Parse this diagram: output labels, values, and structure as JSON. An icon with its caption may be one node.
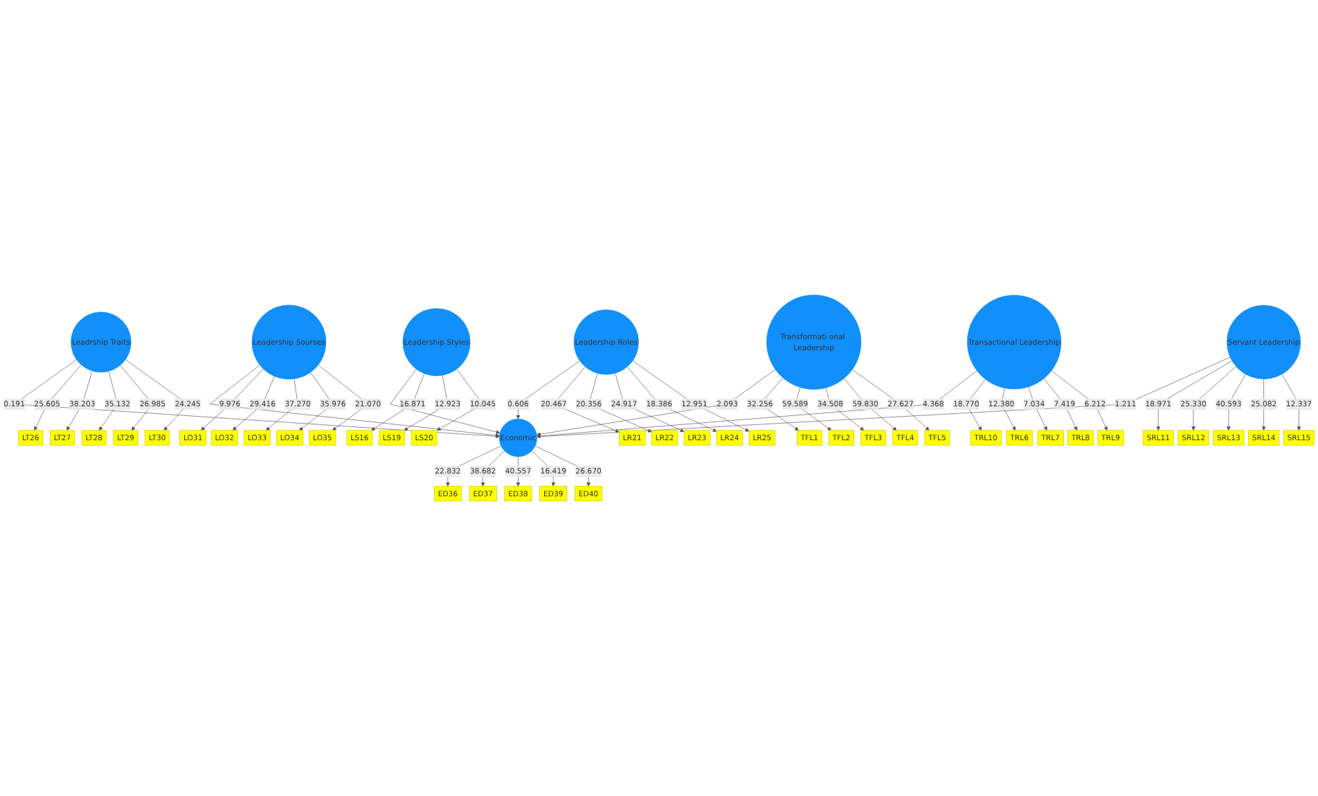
{
  "diagram": {
    "nodes": [
      {
        "text": [
          "Leadrship Traits"
        ]
      },
      {
        "text": [
          "Leadership Sourses"
        ]
      },
      {
        "text": [
          "Leadership Styles"
        ]
      },
      {
        "text": [
          "Leadership Roles"
        ]
      },
      {
        "text": [
          "Transformati onal Leadership"
        ]
      },
      {
        "text": [
          "Economic"
        ]
      },
      {
        "text": [
          "Transactional Leadership"
        ]
      },
      {
        "text": [
          "Servant Leadership"
        ]
      },
      {
        "text": [
          "LT26"
        ]
      },
      {
        "text": [
          "LT27"
        ]
      },
      {
        "text": [
          "LT28"
        ]
      },
      {
        "text": [
          "LT29"
        ]
      },
      {
        "text": [
          "LT30"
        ]
      },
      {
        "text": [
          "LO31"
        ]
      },
      {
        "text": [
          "LO32"
        ]
      },
      {
        "text": [
          "LO33"
        ]
      },
      {
        "text": [
          "LO34"
        ]
      },
      {
        "text": [
          "LO35"
        ]
      },
      {
        "text": [
          "LS16"
        ]
      },
      {
        "text": [
          "LS19"
        ]
      },
      {
        "text": [
          "LS20"
        ]
      },
      {
        "text": [
          "LR21"
        ]
      },
      {
        "text": [
          "LR22"
        ]
      },
      {
        "text": [
          "LR23"
        ]
      },
      {
        "text": [
          "LR24"
        ]
      },
      {
        "text": [
          "LR25"
        ]
      },
      {
        "text": [
          "TFL1"
        ]
      },
      {
        "text": [
          "TFL2"
        ]
      },
      {
        "text": [
          "TFL3"
        ]
      },
      {
        "text": [
          "TFL4"
        ]
      },
      {
        "text": [
          "TFL5"
        ]
      },
      {
        "text": [
          "TRL10"
        ]
      },
      {
        "text": [
          "TRL6"
        ]
      },
      {
        "text": [
          "TRL7"
        ]
      },
      {
        "text": [
          "TRL8"
        ]
      },
      {
        "text": [
          "TRL9"
        ]
      },
      {
        "text": [
          "ED36"
        ]
      },
      {
        "text": [
          "ED37"
        ]
      },
      {
        "text": [
          "ED38"
        ]
      },
      {
        "text": [
          "ED39"
        ]
      },
      {
        "text": [
          "ED40"
        ]
      },
      {
        "text": [
          "SRL11"
        ]
      },
      {
        "text": [
          "SRL12"
        ]
      },
      {
        "text": [
          "SRL13"
        ]
      },
      {
        "text": [
          "SRL14"
        ]
      },
      {
        "text": [
          "SRL15"
        ]
      }
    ],
    "edges": [
      {
        "from": 0,
        "to": 5,
        "arrow": "to",
        "label": "0.191"
      },
      {
        "from": 1,
        "to": 5,
        "arrow": "to"
      },
      {
        "from": 2,
        "to": 5,
        "arrow": "to"
      },
      {
        "from": 3,
        "to": 5,
        "arrow": "to",
        "label": "0.606"
      },
      {
        "from": 4,
        "to": 5,
        "arrow": "to",
        "label": "2.093"
      },
      {
        "from": 6,
        "to": 5,
        "arrow": "to",
        "label": "4.368"
      },
      {
        "from": 7,
        "to": 5,
        "arrow": "to",
        "label": "1.211"
      },
      {
        "from": 0,
        "to": 8,
        "arrow": "to",
        "label": "25.605"
      },
      {
        "from": 0,
        "to": 9,
        "arrow": "to",
        "label": "38.203"
      },
      {
        "from": 0,
        "to": 10,
        "arrow": "to",
        "label": "35.132"
      },
      {
        "from": 0,
        "to": 11,
        "arrow": "to",
        "label": "26.985"
      },
      {
        "from": 0,
        "to": 12,
        "arrow": "to",
        "label": "24.245"
      },
      {
        "from": 1,
        "to": 13,
        "arrow": "to",
        "label": "9.976"
      },
      {
        "from": 1,
        "to": 14,
        "arrow": "to",
        "label": "29.416"
      },
      {
        "from": 1,
        "to": 15,
        "arrow": "to",
        "label": "37.270"
      },
      {
        "from": 1,
        "to": 16,
        "arrow": "to",
        "label": "35.976"
      },
      {
        "from": 1,
        "to": 17,
        "arrow": "to",
        "label": "21.070"
      },
      {
        "from": 2,
        "to": 18,
        "arrow": "to",
        "label": "16.871"
      },
      {
        "from": 2,
        "to": 19,
        "arrow": "to",
        "label": "12.923"
      },
      {
        "from": 2,
        "to": 20,
        "arrow": "to",
        "label": "10.045"
      },
      {
        "from": 3,
        "to": 21,
        "arrow": "to",
        "label": "20.467"
      },
      {
        "from": 3,
        "to": 22,
        "arrow": "to",
        "label": "20.356"
      },
      {
        "from": 3,
        "to": 23,
        "arrow": "to",
        "label": "24.917"
      },
      {
        "from": 3,
        "to": 24,
        "arrow": "to",
        "label": "18.386"
      },
      {
        "from": 3,
        "to": 25,
        "arrow": "to",
        "label": "12.951"
      },
      {
        "from": 4,
        "to": 26,
        "arrow": "to",
        "label": "32.256"
      },
      {
        "from": 4,
        "to": 27,
        "arrow": "to",
        "label": "59.589"
      },
      {
        "from": 4,
        "to": 28,
        "arrow": "to",
        "label": "34.508"
      },
      {
        "from": 4,
        "to": 29,
        "arrow": "to",
        "label": "59.830"
      },
      {
        "from": 4,
        "to": 30,
        "arrow": "to",
        "label": "27.627"
      },
      {
        "from": 6,
        "to": 31,
        "arrow": "to",
        "label": "18.770"
      },
      {
        "from": 6,
        "to": 32,
        "arrow": "to",
        "label": "12.380"
      },
      {
        "from": 6,
        "to": 33,
        "arrow": "to",
        "label": "7.034"
      },
      {
        "from": 6,
        "to": 34,
        "arrow": "to",
        "label": "7.419"
      },
      {
        "from": 6,
        "to": 35,
        "arrow": "to",
        "label": "6.212"
      },
      {
        "from": 5,
        "to": 36,
        "arrow": "to",
        "label": "22.832"
      },
      {
        "from": 5,
        "to": 37,
        "arrow": "to",
        "label": "38.682"
      },
      {
        "from": 5,
        "to": 38,
        "arrow": "to",
        "label": "40.557"
      },
      {
        "from": 5,
        "to": 39,
        "arrow": "to",
        "label": "16.419"
      },
      {
        "from": 5,
        "to": 40,
        "arrow": "to",
        "label": "26.670"
      },
      {
        "from": 7,
        "to": 41,
        "arrow": "to",
        "label": "18.971"
      },
      {
        "from": 7,
        "to": 42,
        "arrow": "to",
        "label": "25.330"
      },
      {
        "from": 7,
        "to": 43,
        "arrow": "to",
        "label": "40.593"
      },
      {
        "from": 7,
        "to": 44,
        "arrow": "to",
        "label": "25.082"
      },
      {
        "from": 7,
        "to": 45,
        "arrow": "to",
        "label": "12.337"
      }
    ]
  }
}
